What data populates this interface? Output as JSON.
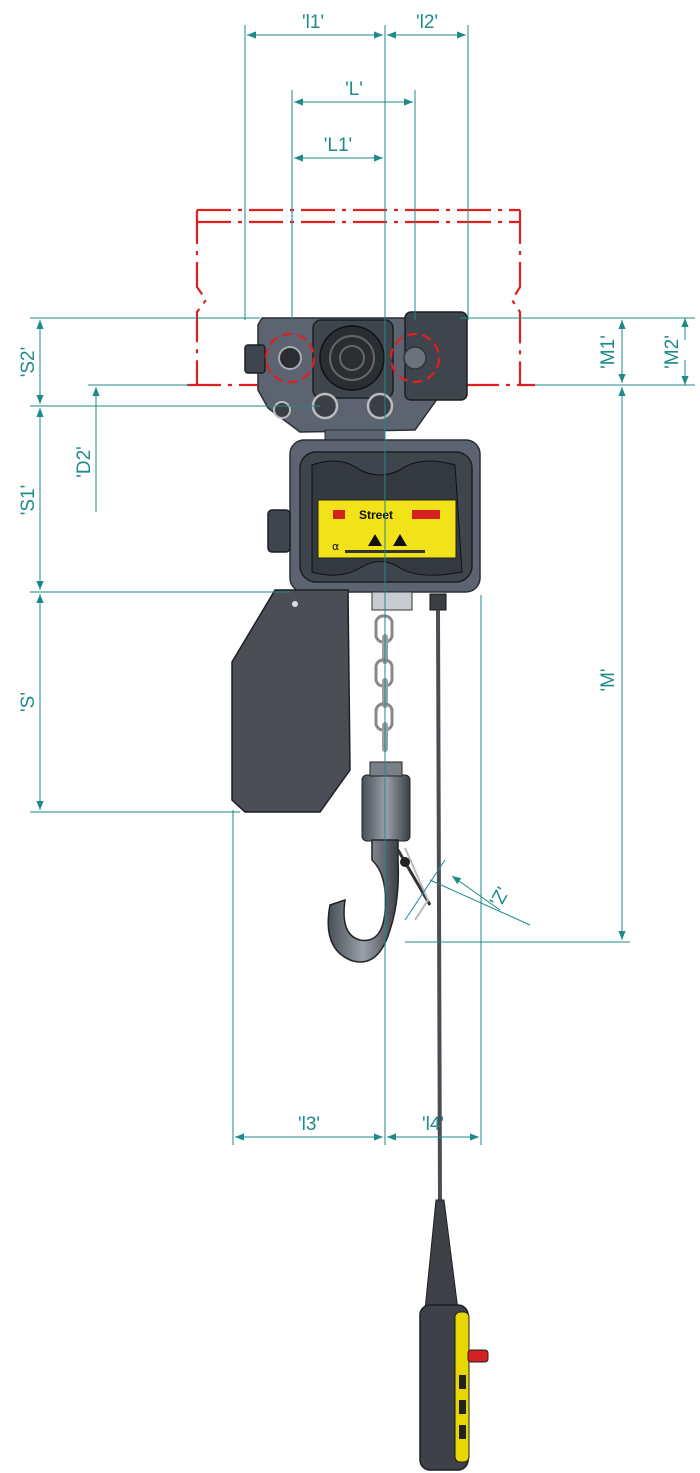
{
  "dimensions": {
    "l1": "'l1'",
    "l2": "'l2'",
    "L": "'L'",
    "L1": "'L1'",
    "S2": "'S2'",
    "D2": "'D2'",
    "S1": "'S1'",
    "S": "'S'",
    "M1": "'M1'",
    "M2": "'M2'",
    "M": "'M'",
    "Z": "'Z'",
    "l3": "'l3'",
    "l4": "'l4'"
  },
  "label": {
    "brand": "Street",
    "alpha": "α"
  },
  "colors": {
    "dimension": "#1f8a8a",
    "beam": "#e02020",
    "label_yellow": "#f2e21a",
    "pendant_yellow": "#e8d600"
  }
}
